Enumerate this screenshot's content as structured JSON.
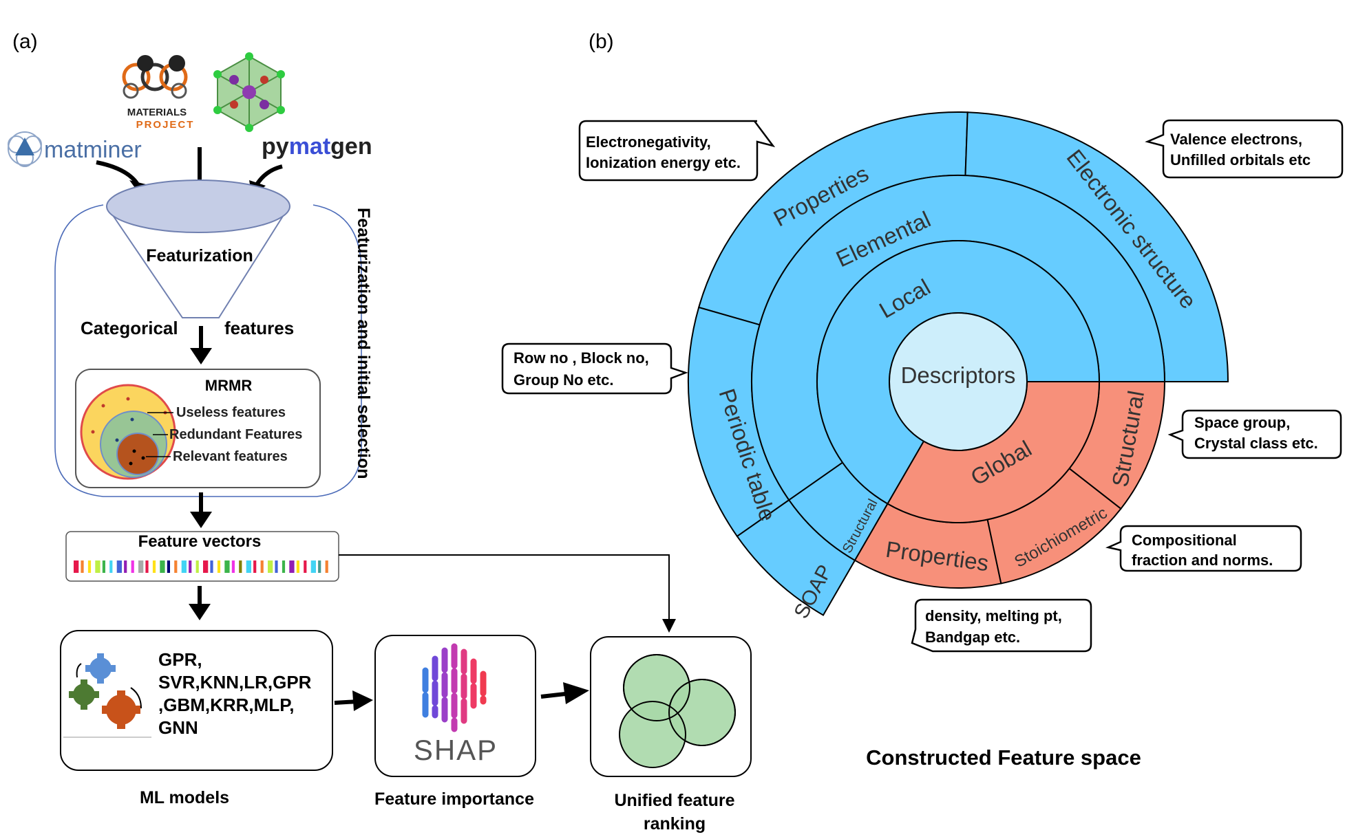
{
  "panel_a": {
    "label": "(a)",
    "logos": {
      "materials_project_line1": "MATERIALS",
      "materials_project_line2": "PROJECT",
      "matminer": "matminer",
      "pymatgen_py": "py",
      "pymatgen_mat": "mat",
      "pymatgen_gen": "gen"
    },
    "funnel_label": "Featurization",
    "categorical_left": "Categorical",
    "categorical_right": "features",
    "side_label": "Featurization and initial selection",
    "mrmr": {
      "title": "MRMR",
      "useless": "Useless features",
      "redundant": "Redundant Features",
      "relevant": "Relevant features"
    },
    "feature_vectors": "Feature vectors",
    "barcode_colors": [
      "#e6194b",
      "#f58231",
      "#ffe119",
      "#bfef45",
      "#3cb44b",
      "#42d4f4",
      "#4363d8",
      "#911eb4",
      "#f032e6",
      "#a9a9a9",
      "#e6194b",
      "#ffe119",
      "#3cb44b",
      "#000075",
      "#f58231",
      "#42d4f4",
      "#911eb4",
      "#bfef45",
      "#e6194b",
      "#4363d8",
      "#ffe119",
      "#3cb44b",
      "#f032e6",
      "#808000",
      "#42d4f4",
      "#e6194b",
      "#f58231",
      "#bfef45",
      "#4363d8",
      "#3cb44b",
      "#911eb4",
      "#ffe119",
      "#e6194b",
      "#42d4f4",
      "#469990",
      "#f58231"
    ],
    "ml_models_text": [
      "GPR,",
      "SVR,KNN,LR,GPR",
      ",GBM,KRR,MLP,",
      "GNN"
    ],
    "ml_models_caption": "ML models",
    "shap_logo": "SHAP",
    "feature_importance_caption": "Feature importance",
    "unified_caption_line1": "Unified feature",
    "unified_caption_line2": "ranking"
  },
  "panel_b": {
    "label": "(b)",
    "center": "Descriptors",
    "ring1": {
      "local": "Local",
      "global": "Global"
    },
    "ring2": {
      "elemental": "Elemental",
      "soap": "SOAP",
      "properties": "Properties",
      "stoichiometric": "Stoichiometric",
      "structural": "Structural"
    },
    "ring3": {
      "properties": "Properties",
      "electronic_structure": "Electronic structure",
      "periodic_table": "Periodic table",
      "soap_structural": "Structural"
    },
    "callouts": {
      "electronegativity_1": "Electronegativity,",
      "electronegativity_2": "Ionization energy etc.",
      "valence_1": "Valence electrons,",
      "valence_2": "Unfilled orbitals etc",
      "row_1": "Row no , Block no,",
      "row_2": "Group No etc.",
      "space_1": "Space group,",
      "space_2": "Crystal class etc.",
      "comp_1": "Compositional",
      "comp_2": "fraction and norms.",
      "density_1": "density, melting pt,",
      "density_2": "Bandgap etc."
    },
    "title": "Constructed Feature space",
    "colors": {
      "local": "#66ccff",
      "global": "#f7907a",
      "center": "#cdeefb"
    }
  }
}
